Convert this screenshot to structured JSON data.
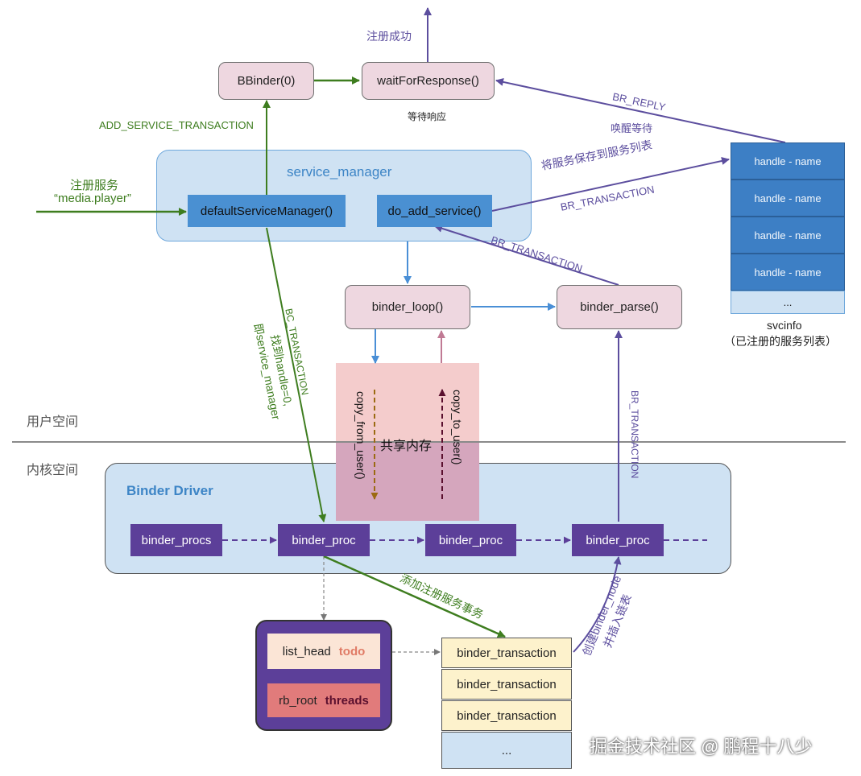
{
  "spaces": {
    "user": "用户空间",
    "kernel": "内核空间"
  },
  "top": {
    "success_label": "注册成功",
    "bbinder": "BBinder(0)",
    "wait": "waitForResponse()",
    "wait_caption": "等待响应",
    "add_service_tx": "ADD_SERVICE_TRANSACTION"
  },
  "register": {
    "line1": "注册服务",
    "line2": "“media.player”"
  },
  "service_manager": {
    "title": "service_manager",
    "default_sm": "defaultServiceManager()",
    "do_add_service": "do_add_service()"
  },
  "loop": {
    "binder_loop": "binder_loop()",
    "binder_parse": "binder_parse()"
  },
  "shared_memory": {
    "title": "共享内存",
    "copy_from_user": "copy_from_user()",
    "copy_to_user": "copy_to_user()"
  },
  "svcinfo": {
    "rows": [
      "handle - name",
      "handle - name",
      "handle - name",
      "handle - name",
      "..."
    ],
    "caption1": "svcinfo",
    "caption2": "（已注册的服务列表）"
  },
  "edge_labels": {
    "br_reply": "BR_REPLY",
    "wake": "唤醒等待",
    "save_to_list": "将服务保存到服务列表",
    "br_transaction_1": "BR_TRANSACTION",
    "br_transaction_2": "BR_TRANSACTION",
    "br_transaction_3": "BR_TRANSACTION",
    "bc_transaction": "BC_TRANSACTION",
    "find_handle_1": "找到handle=0,",
    "find_handle_2": "即service_manager",
    "add_tx": "添加注册服务事务",
    "create_node_1": "创建binder_node",
    "create_node_2": "并插入链表"
  },
  "driver": {
    "title": "Binder Driver",
    "nodes": [
      "binder_procs",
      "binder_proc",
      "binder_proc",
      "binder_proc"
    ]
  },
  "proc_detail": {
    "list_head": "list_head",
    "todo": "todo",
    "rb_root": "rb_root",
    "threads": "threads"
  },
  "transactions": {
    "rows": [
      "binder_transaction",
      "binder_transaction",
      "binder_transaction",
      "..."
    ]
  },
  "watermark": "掘金技术社区 @ 鹏程十八少",
  "colors": {
    "green": "#3e7d1f",
    "purple": "#5c4e9e",
    "blue_arrow": "#4a8fd6",
    "pink_arrow": "#c07a94",
    "driver_purple": "#5c3f99"
  }
}
